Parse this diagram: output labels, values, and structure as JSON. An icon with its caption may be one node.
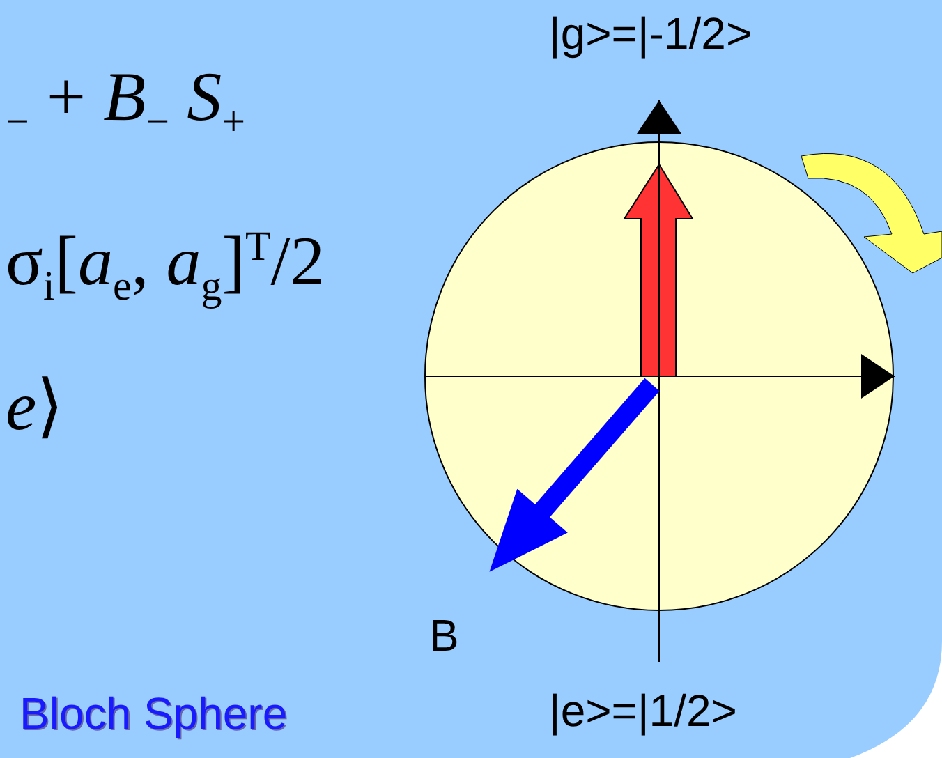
{
  "diagram": {
    "caption": "Bloch Sphere",
    "labels": [
      "$_{−}$ + *B*$_{−}$ *S*$_{+}$",
      "σ$_{i}$[*a*$_{e}$, *a*$_{g}$]$^{T}$/2",
      "*e*⟩",
      "|g>=|-1/2>",
      "B",
      "|e>=|1/2>"
    ]
  }
}
